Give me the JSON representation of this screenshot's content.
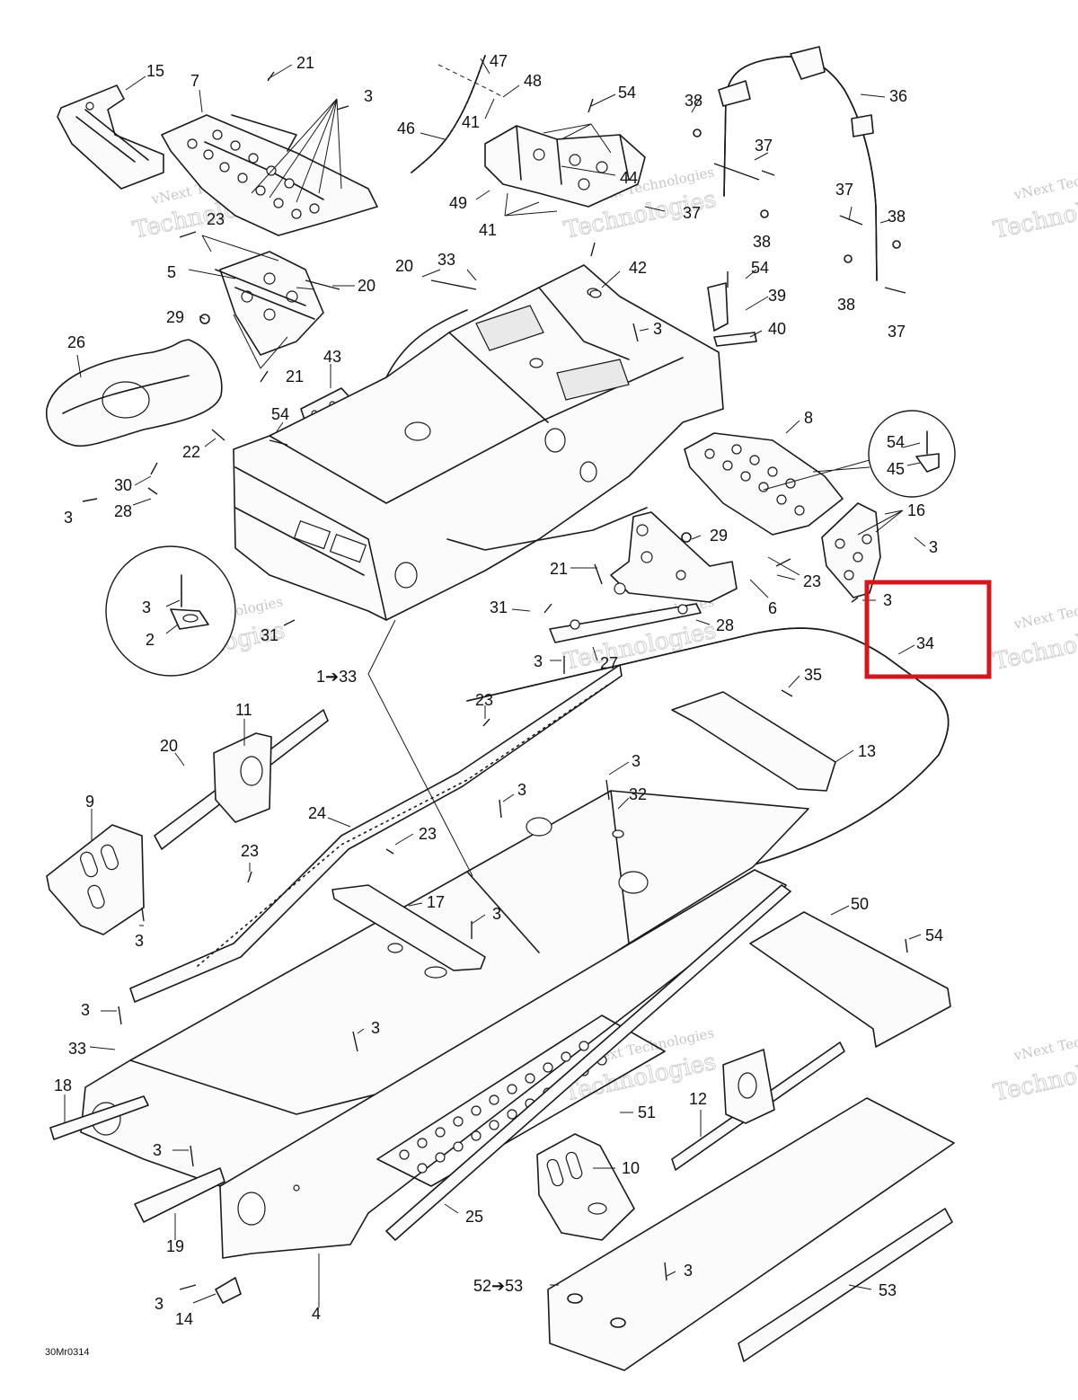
{
  "diagram_code": "30Mr0314",
  "highlight": {
    "label": "34",
    "color": "#d3171c"
  },
  "watermark": {
    "line1": "vNext Technologies",
    "line2": "Technologies"
  },
  "callouts": {
    "c15": "15",
    "c7": "7",
    "c21a": "21",
    "c3a": "3",
    "c47": "47",
    "c48": "48",
    "c46": "46",
    "c41a": "41",
    "c54a": "54",
    "c38a": "38",
    "c36": "36",
    "c37a": "37",
    "c44": "44",
    "c49": "49",
    "c41b": "41",
    "c37b": "37",
    "c38b": "38",
    "c37c": "37",
    "c38c": "38",
    "c38d": "38",
    "c37d": "37",
    "c23a": "23",
    "c5": "5",
    "c20a": "20",
    "c20b": "20",
    "c33a": "33",
    "c42": "42",
    "c54b": "54",
    "c39": "39",
    "c40": "40",
    "c29a": "29",
    "c26": "26",
    "c21b": "21",
    "c43": "43",
    "c3b": "3",
    "c54c": "54",
    "c22": "22",
    "c8": "8",
    "c54d": "54",
    "c45": "45",
    "c30": "30",
    "c28a": "28",
    "c3c": "3",
    "c16": "16",
    "c3d": "3",
    "c29b": "29",
    "c21c": "21",
    "c23b": "23",
    "c6": "6",
    "c3e": "3",
    "c3f": "3",
    "c31a": "31",
    "c2": "2",
    "c31b": "31",
    "c28b": "28",
    "c3g": "3",
    "c27": "27",
    "c34": "34",
    "c1to33": "1➔33",
    "c35": "35",
    "c23c": "23",
    "c11": "11",
    "c20c": "20",
    "c13": "13",
    "c3h": "3",
    "c32": "32",
    "c3i": "3",
    "c9": "9",
    "c24": "24",
    "c23d": "23",
    "c23e": "23",
    "c17": "17",
    "c3j": "3",
    "c3k": "3",
    "c50": "50",
    "c54e": "54",
    "c3l": "3",
    "c3m": "3",
    "c33b": "33",
    "c18": "18",
    "c51": "51",
    "c12": "12",
    "c3n": "3",
    "c10": "10",
    "c25": "25",
    "c19": "19",
    "c52to53": "52➔53",
    "c3o": "3",
    "c3p": "3",
    "c53": "53",
    "c14": "14",
    "c4": "4"
  }
}
